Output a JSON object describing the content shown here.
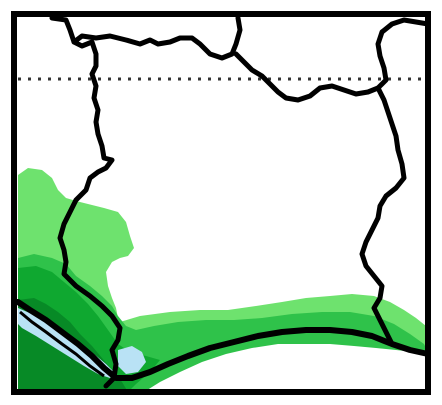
{
  "map": {
    "colors": {
      "background": "#ffffff",
      "frame": "#000000",
      "border": "#000000",
      "coastline": "#000000",
      "graticule": "#333333",
      "precip_light": "#6ee26e",
      "precip_medium": "#2fc24a",
      "precip_heavy": "#0fa830",
      "precip_very_heavy": "#078a26",
      "precip_extreme": "#b9e2f5"
    },
    "precipitation_levels": [
      "light",
      "medium",
      "heavy",
      "very_heavy",
      "extreme"
    ],
    "has_graticule": true
  }
}
